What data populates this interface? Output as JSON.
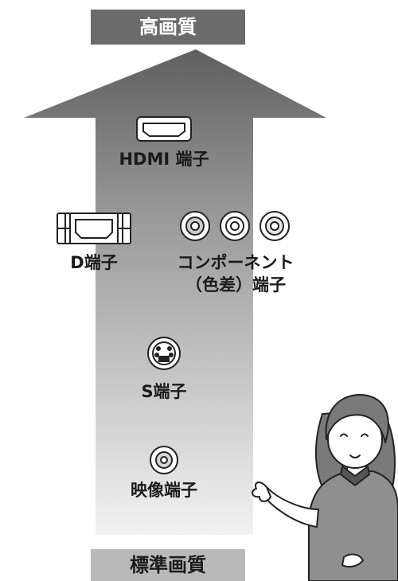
{
  "top_label": "高画質",
  "bottom_label": "標準画質",
  "connectors": [
    {
      "name": "hdmi",
      "label": "HDMI 端子"
    },
    {
      "name": "d-terminal",
      "label": "D端子"
    },
    {
      "name": "component",
      "label_line1": "コンポーネント",
      "label_line2": "（色差）端子"
    },
    {
      "name": "s-video",
      "label": "S端子"
    },
    {
      "name": "composite",
      "label": "映像端子"
    }
  ],
  "icons": [
    "hdmi-connector-icon",
    "d-terminal-connector-icon",
    "rca-jack-icon",
    "s-video-connector-icon",
    "woman-presenter-illustration"
  ],
  "colors": {
    "arrow_top": "#666666",
    "arrow_bottom": "#f0f0f0",
    "top_box": "#6b6b6b",
    "bottom_box": "#b9b9b9",
    "text": "#1a1a1a"
  }
}
